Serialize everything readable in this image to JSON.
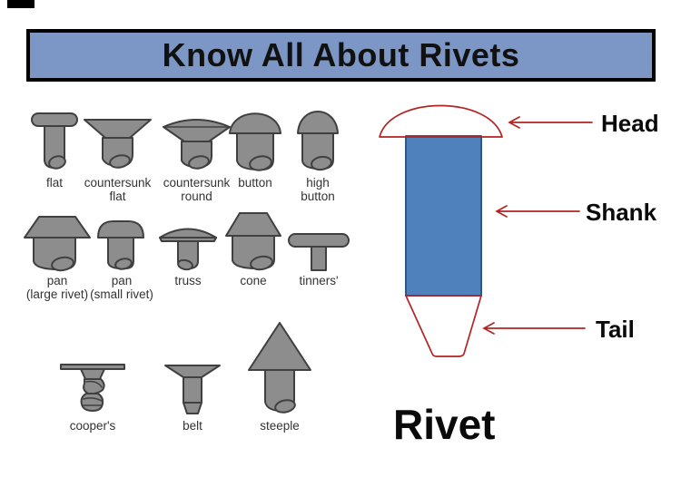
{
  "title_banner": {
    "text": "Know All About Rivets"
  },
  "rivet_types": [
    {
      "name": "flat",
      "label": "flat"
    },
    {
      "name": "countersunk-flat",
      "label": "countersunk\nflat"
    },
    {
      "name": "countersunk-round",
      "label": "countersunk\nround"
    },
    {
      "name": "button",
      "label": "button"
    },
    {
      "name": "high-button",
      "label": "high\nbutton"
    },
    {
      "name": "pan-large",
      "label": "pan\n(large rivet)"
    },
    {
      "name": "pan-small",
      "label": "pan\n(small rivet)"
    },
    {
      "name": "truss",
      "label": "truss"
    },
    {
      "name": "cone",
      "label": "cone"
    },
    {
      "name": "tinners",
      "label": "tinners'"
    },
    {
      "name": "coopers",
      "label": "cooper's"
    },
    {
      "name": "belt",
      "label": "belt"
    },
    {
      "name": "steeple",
      "label": "steeple"
    }
  ],
  "anatomy": {
    "labels": [
      {
        "text": "Head"
      },
      {
        "text": "Shank"
      },
      {
        "text": "Tail"
      }
    ],
    "caption": "Rivet"
  },
  "colors": {
    "banner_blue": "#7c97c5",
    "rivet_blue": "#4f81bd",
    "shape_gray": "#8d8d8d",
    "arrow_red": "#b32424"
  }
}
